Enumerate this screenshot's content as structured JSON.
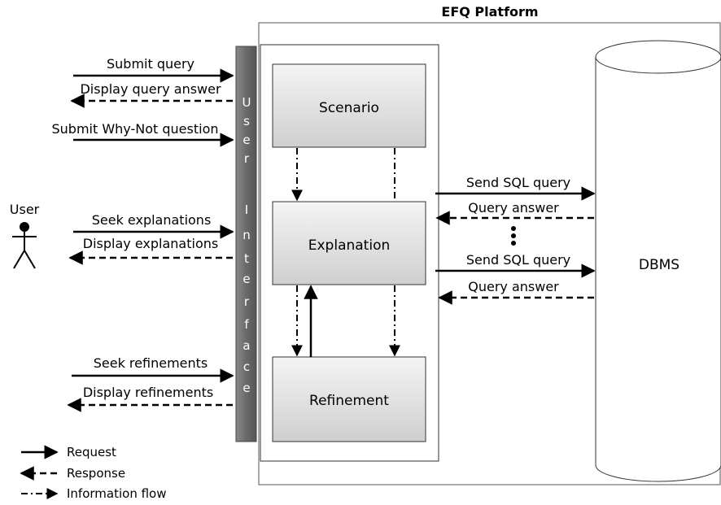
{
  "platform": {
    "title": "EFQ Platform"
  },
  "user": {
    "label": "User"
  },
  "ui": {
    "letters": [
      "U",
      "s",
      "e",
      "r",
      " ",
      "I",
      "n",
      "t",
      "e",
      "r",
      "f",
      "a",
      "c",
      "e"
    ]
  },
  "modules": {
    "scenario": "Scenario",
    "explanation": "Explanation",
    "refinement": "Refinement"
  },
  "dbms": {
    "label": "DBMS"
  },
  "user_arrows": {
    "submit_query": "Submit query",
    "display_query_answer": "Display query answer",
    "submit_why_not": "Submit Why-Not question",
    "seek_explanations": "Seek explanations",
    "display_explanations": "Display explanations",
    "seek_refinements": "Seek refinements",
    "display_refinements": "Display refinements"
  },
  "db_arrows": {
    "send_sql_1": "Send SQL query",
    "query_answer_1": "Query answer",
    "send_sql_2": "Send SQL query",
    "query_answer_2": "Query answer"
  },
  "legend": {
    "request": "Request",
    "response": "Response",
    "information_flow": "Information flow"
  },
  "colors": {
    "ui_bar": "#6e6e6e",
    "box_top": "#f4f4f4",
    "box_bottom": "#cfcfcf",
    "line": "#000000"
  }
}
